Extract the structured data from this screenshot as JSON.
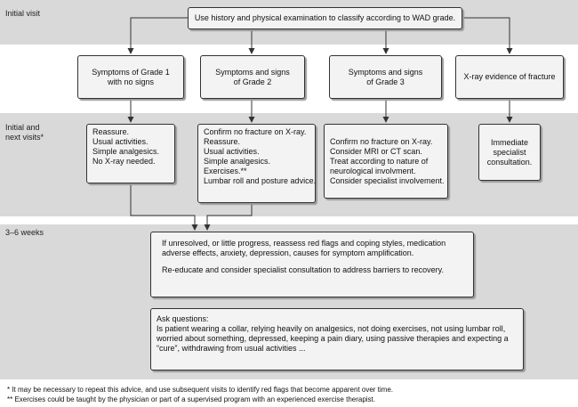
{
  "bands": {
    "initial_visit": "Initial visit",
    "initial_next": [
      "Initial and",
      "next visits*"
    ],
    "weeks": "3–6 weeks"
  },
  "top": {
    "text": "Use history and physical examination to classify according to WAD grade."
  },
  "grades": [
    {
      "lines": [
        "Symptoms of Grade 1",
        "with no signs"
      ]
    },
    {
      "lines": [
        "Symptoms and signs",
        "of Grade 2"
      ]
    },
    {
      "lines": [
        "Symptoms and signs",
        "of Grade 3"
      ]
    },
    {
      "lines": [
        "X-ray evidence of fracture"
      ]
    }
  ],
  "actions": [
    {
      "lines": [
        "Reassure.",
        "Usual activities.",
        "Simple analgesics.",
        "No X-ray needed."
      ]
    },
    {
      "lines": [
        "Confirm no fracture on X-ray.",
        "Reassure.",
        "Usual activities.",
        "Simple analgesics.",
        "Exercises.**",
        "Lumbar roll and posture advice."
      ]
    },
    {
      "lines": [
        "Confirm no fracture on X-ray.",
        "Consider MRI or CT scan.",
        "Treat according to nature of",
        "neurological involvment.",
        "Consider specialist involvement."
      ]
    },
    {
      "lines": [
        "Immediate",
        "specialist",
        "consultation."
      ]
    }
  ],
  "review": {
    "para1": "If unresolved, or little progress, reassess red flags and coping styles, medication adverse effects, anxiety, depression, causes for symptom amplification.",
    "para2": "Re-educate and consider specialist consultation to address barriers to recovery."
  },
  "questions": {
    "heading": "Ask questions:",
    "text": "Is patient wearing a collar, relying heavily on analgesics, not doing exercises, not using lumbar roll, worried about something, depressed, keeping a pain diary, using passive therapies and expecting a “cure”, withdrawing from usual activities ..."
  },
  "footnotes": [
    "* It may be necessary to repeat this advice, and use subsequent visits to identify red flags that become apparent over time.",
    "** Exercises could be taught by the physician or part of a supervised program with an experienced exercise therapist."
  ],
  "colors": {
    "band": "#d9d9d9",
    "box_fill": "#f3f3f3",
    "line": "#333333"
  }
}
